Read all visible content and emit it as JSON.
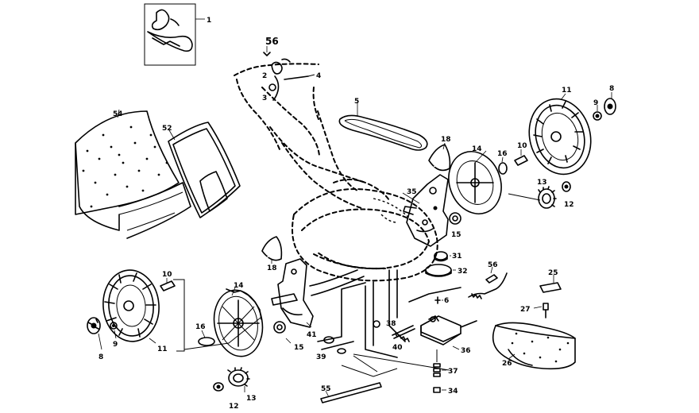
{
  "callouts": {
    "p1": "1",
    "p2": "2",
    "p3": "3",
    "p4": "4",
    "p5": "5",
    "p56_top": "56",
    "p54": "54",
    "p52": "52",
    "p18_top": "18",
    "p35": "35",
    "p14_right": "14",
    "p16_right": "16",
    "p10_right": "10",
    "p11_right": "11",
    "p9_right": "9",
    "p8_right": "8",
    "p13_right": "13",
    "p12_right": "12",
    "p15_right": "15",
    "p31": "31",
    "p32": "32",
    "p18_left": "18",
    "p10_left": "10",
    "p14_left": "14",
    "p16_left": "16",
    "p15_left": "15",
    "p41": "41",
    "p11_left": "11",
    "p9_left": "9",
    "p8_left": "8",
    "p13_left": "13",
    "p12_left": "12",
    "p39": "39",
    "p38": "38",
    "p40": "40",
    "p6": "6",
    "p56_mid": "56",
    "p36": "36",
    "p37": "37",
    "p34": "34",
    "p55": "55",
    "p25": "25",
    "p27": "27",
    "p26": "26"
  }
}
